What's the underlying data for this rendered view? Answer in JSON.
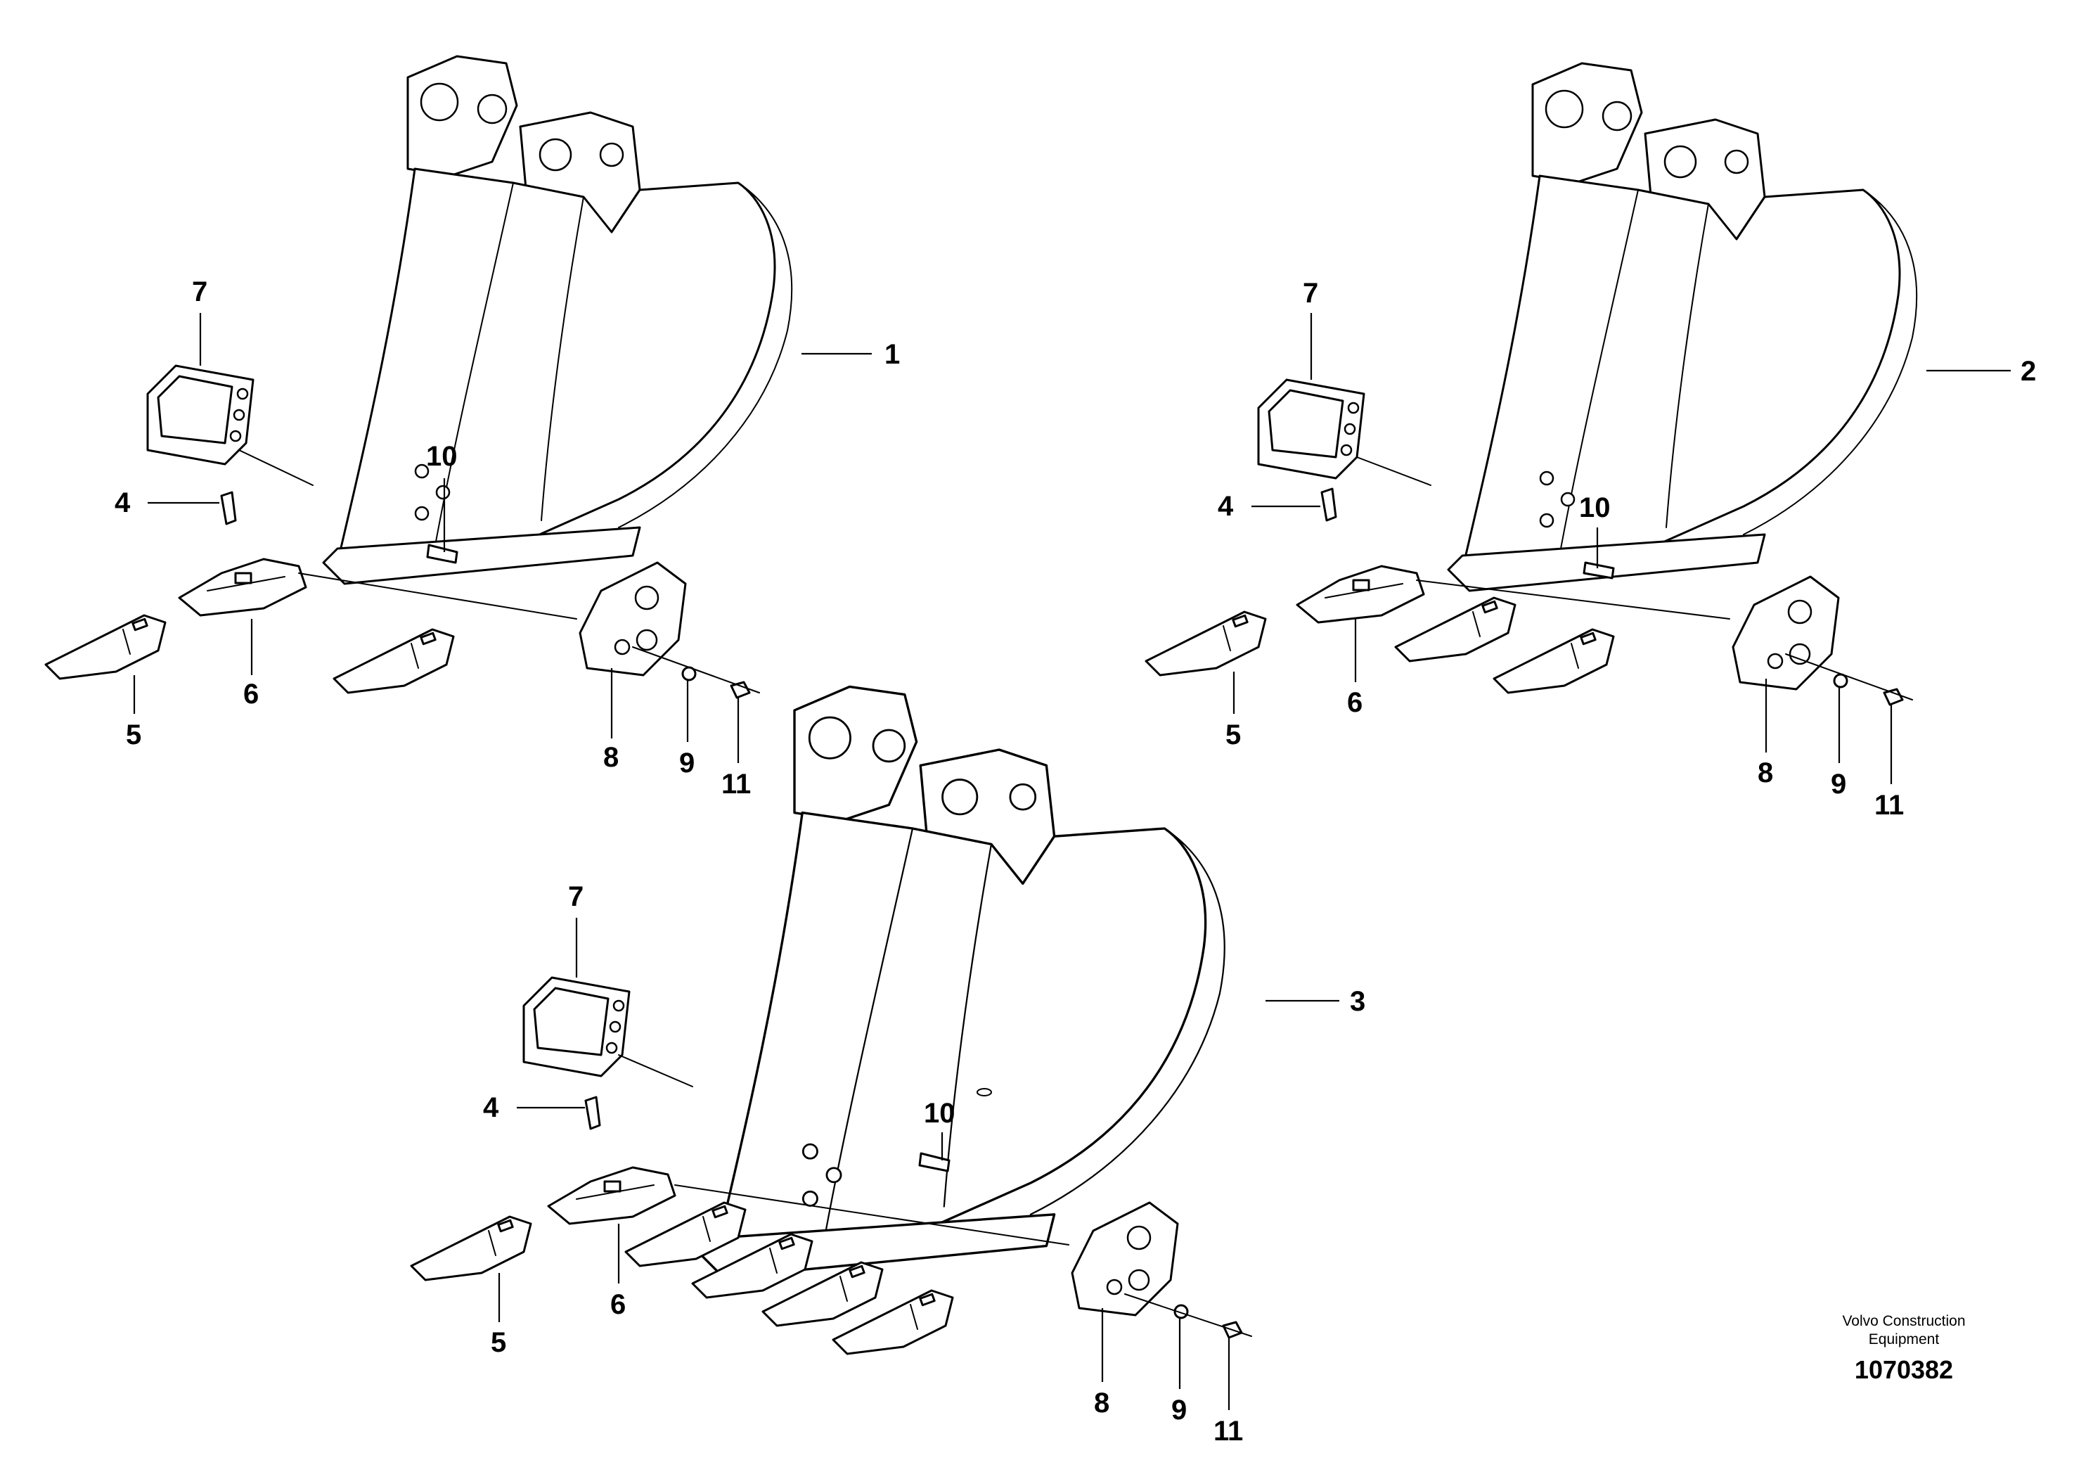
{
  "callouts": {
    "a1": "1",
    "a4": "4",
    "a5": "5",
    "a6": "6",
    "a7": "7",
    "a8": "8",
    "a9": "9",
    "a10": "10",
    "a11": "11",
    "b2": "2",
    "b4": "4",
    "b5": "5",
    "b6": "6",
    "b7": "7",
    "b8": "8",
    "b9": "9",
    "b10": "10",
    "b11": "11",
    "c3": "3",
    "c4": "4",
    "c5": "5",
    "c6": "6",
    "c7": "7",
    "c8": "8",
    "c9": "9",
    "c10": "10",
    "c11": "11"
  },
  "credit": {
    "line1": "Volvo Construction",
    "line2": "Equipment",
    "document_number": "1070382"
  }
}
